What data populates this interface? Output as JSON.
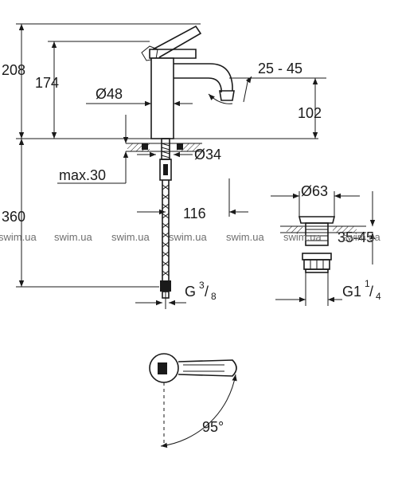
{
  "dimensions": {
    "height_total": "208",
    "height_spout": "174",
    "diameter_body": "Ø48",
    "angle_range": "25 - 45",
    "height_outlet": "102",
    "diameter_base": "Ø34",
    "max_thickness": "max.30",
    "reach": "116",
    "height_lower": "360",
    "connection_base": "G",
    "connection_sup": "3",
    "connection_sub": "8",
    "swivel_angle": "95°"
  },
  "waste": {
    "diameter": "Ø63",
    "range": "35-45",
    "thread_base": "G1",
    "thread_sup": "1",
    "thread_sub": "4"
  },
  "watermark": {
    "text": "swim.ua"
  }
}
